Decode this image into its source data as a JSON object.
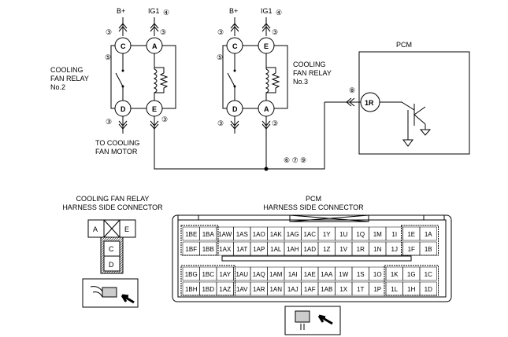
{
  "relay2": {
    "bplus": "B+",
    "ig1": "IG1",
    "ig1_mark": "④",
    "name": "COOLING\nFAN RELAY\nNo.2",
    "terminals": {
      "c": "C",
      "a": "A",
      "d": "D",
      "e": "E"
    },
    "marks": {
      "c_top": "③",
      "a_top": "③",
      "switch": "⑤",
      "d_bottom": "③",
      "e_side": "③"
    },
    "to_motor": "TO COOLING\nFAN MOTOR"
  },
  "relay3": {
    "bplus": "B+",
    "ig1": "IG1",
    "ig1_mark": "④",
    "name": "COOLING\nFAN RELAY\nNo.3",
    "terminals": {
      "c": "C",
      "e": "E",
      "d": "D",
      "a": "A"
    },
    "marks": {
      "c_top": "③",
      "e_top": "③",
      "switch": "⑤",
      "d_bottom": "③",
      "a_bottom": "③"
    }
  },
  "pcm_box": {
    "title": "PCM",
    "terminal": "1R",
    "mark": "⑧"
  },
  "junction_marks": "⑥ ⑦ ⑨",
  "relay_connector": {
    "title": "COOLING FAN RELAY\nHARNESS SIDE CONNECTOR",
    "pins": {
      "a": "A",
      "e": "E",
      "c": "C",
      "d": "D"
    }
  },
  "pcm_connector": {
    "title": "PCM\nHARNESS SIDE CONNECTOR",
    "row1": [
      "1BE",
      "1BA",
      "1AW",
      "1AS",
      "1AO",
      "1AK",
      "1AG",
      "1AC",
      "1Y",
      "1U",
      "1Q",
      "1M",
      "1I",
      "1E",
      "1A"
    ],
    "row2": [
      "1BF",
      "1BB",
      "1AX",
      "1AT",
      "1AP",
      "1AL",
      "1AH",
      "1AD",
      "1Z",
      "1V",
      "1R",
      "1N",
      "1J",
      "1F",
      "1B"
    ],
    "row3": [
      "1BG",
      "1BC",
      "1AY",
      "1AU",
      "1AQ",
      "1AM",
      "1AI",
      "1AE",
      "1AA",
      "1W",
      "1S",
      "1O",
      "1K",
      "1G",
      "1C"
    ],
    "row4": [
      "1BH",
      "1BD",
      "1AZ",
      "1AV",
      "1AR",
      "1AN",
      "1AJ",
      "1AF",
      "1AB",
      "1X",
      "1T",
      "1P",
      "1L",
      "1H",
      "1D"
    ]
  }
}
